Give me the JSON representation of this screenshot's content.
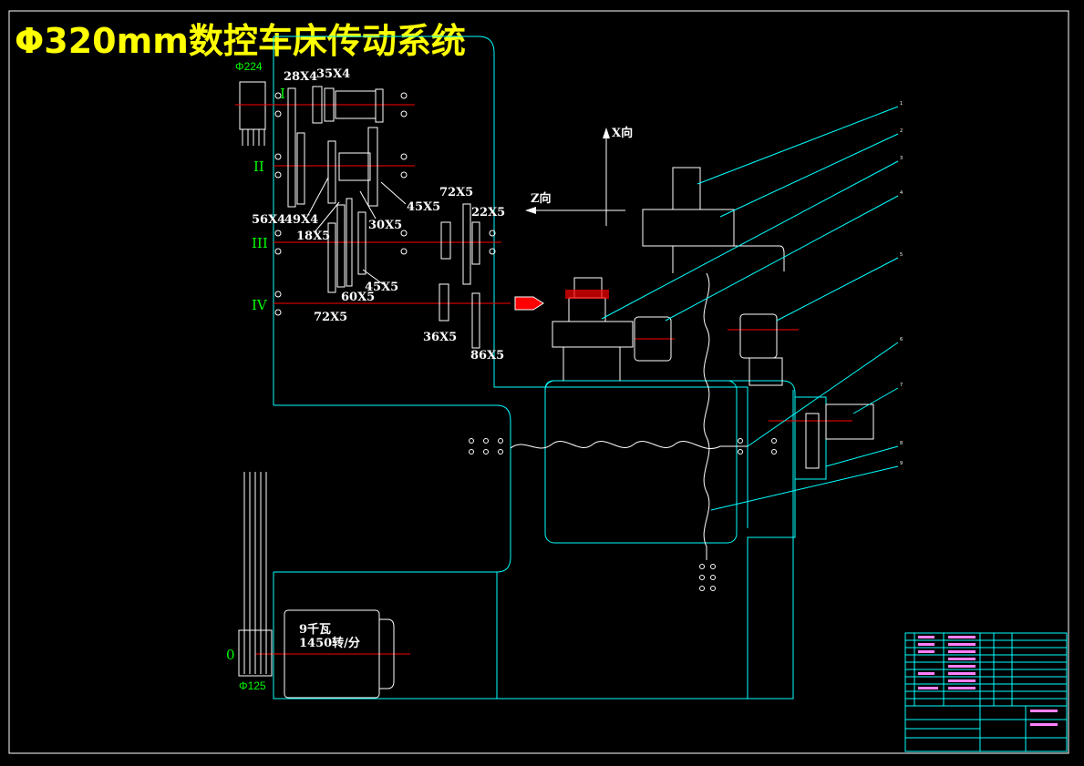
{
  "title": "Φ320mm数控车床传动系统",
  "pulley_top_label": "Φ224",
  "pulley_bottom_label": "Φ125",
  "motor": {
    "power": "9千瓦",
    "speed": "1450转/分"
  },
  "shaft_labels": [
    "I",
    "II",
    "III",
    "IV",
    "0"
  ],
  "gear_labels": {
    "g28x4": "28X4",
    "g35x4": "35X4",
    "g56x4": "56X4",
    "g49x4": "49X4",
    "g18x5": "18X5",
    "g30x5": "30X5",
    "g45x5a": "45X5",
    "g72x5a": "72X5",
    "g22x5": "22X5",
    "g60x5": "60X5",
    "g45x5b": "45X5",
    "g72x5b": "72X5",
    "g36x5": "36X5",
    "g86x5": "86X5"
  },
  "axis_labels": {
    "x": "X向",
    "z": "Z向"
  },
  "callouts": [
    "1",
    "2",
    "3",
    "4",
    "5",
    "6",
    "7",
    "8",
    "9"
  ],
  "colors": {
    "background": "#000000",
    "frame": "#00ffff",
    "outline": "#ffffff",
    "shaft": "#ff0000",
    "title": "#ffff00",
    "green_text": "#00ff00",
    "table_text": "#ff80ff"
  }
}
